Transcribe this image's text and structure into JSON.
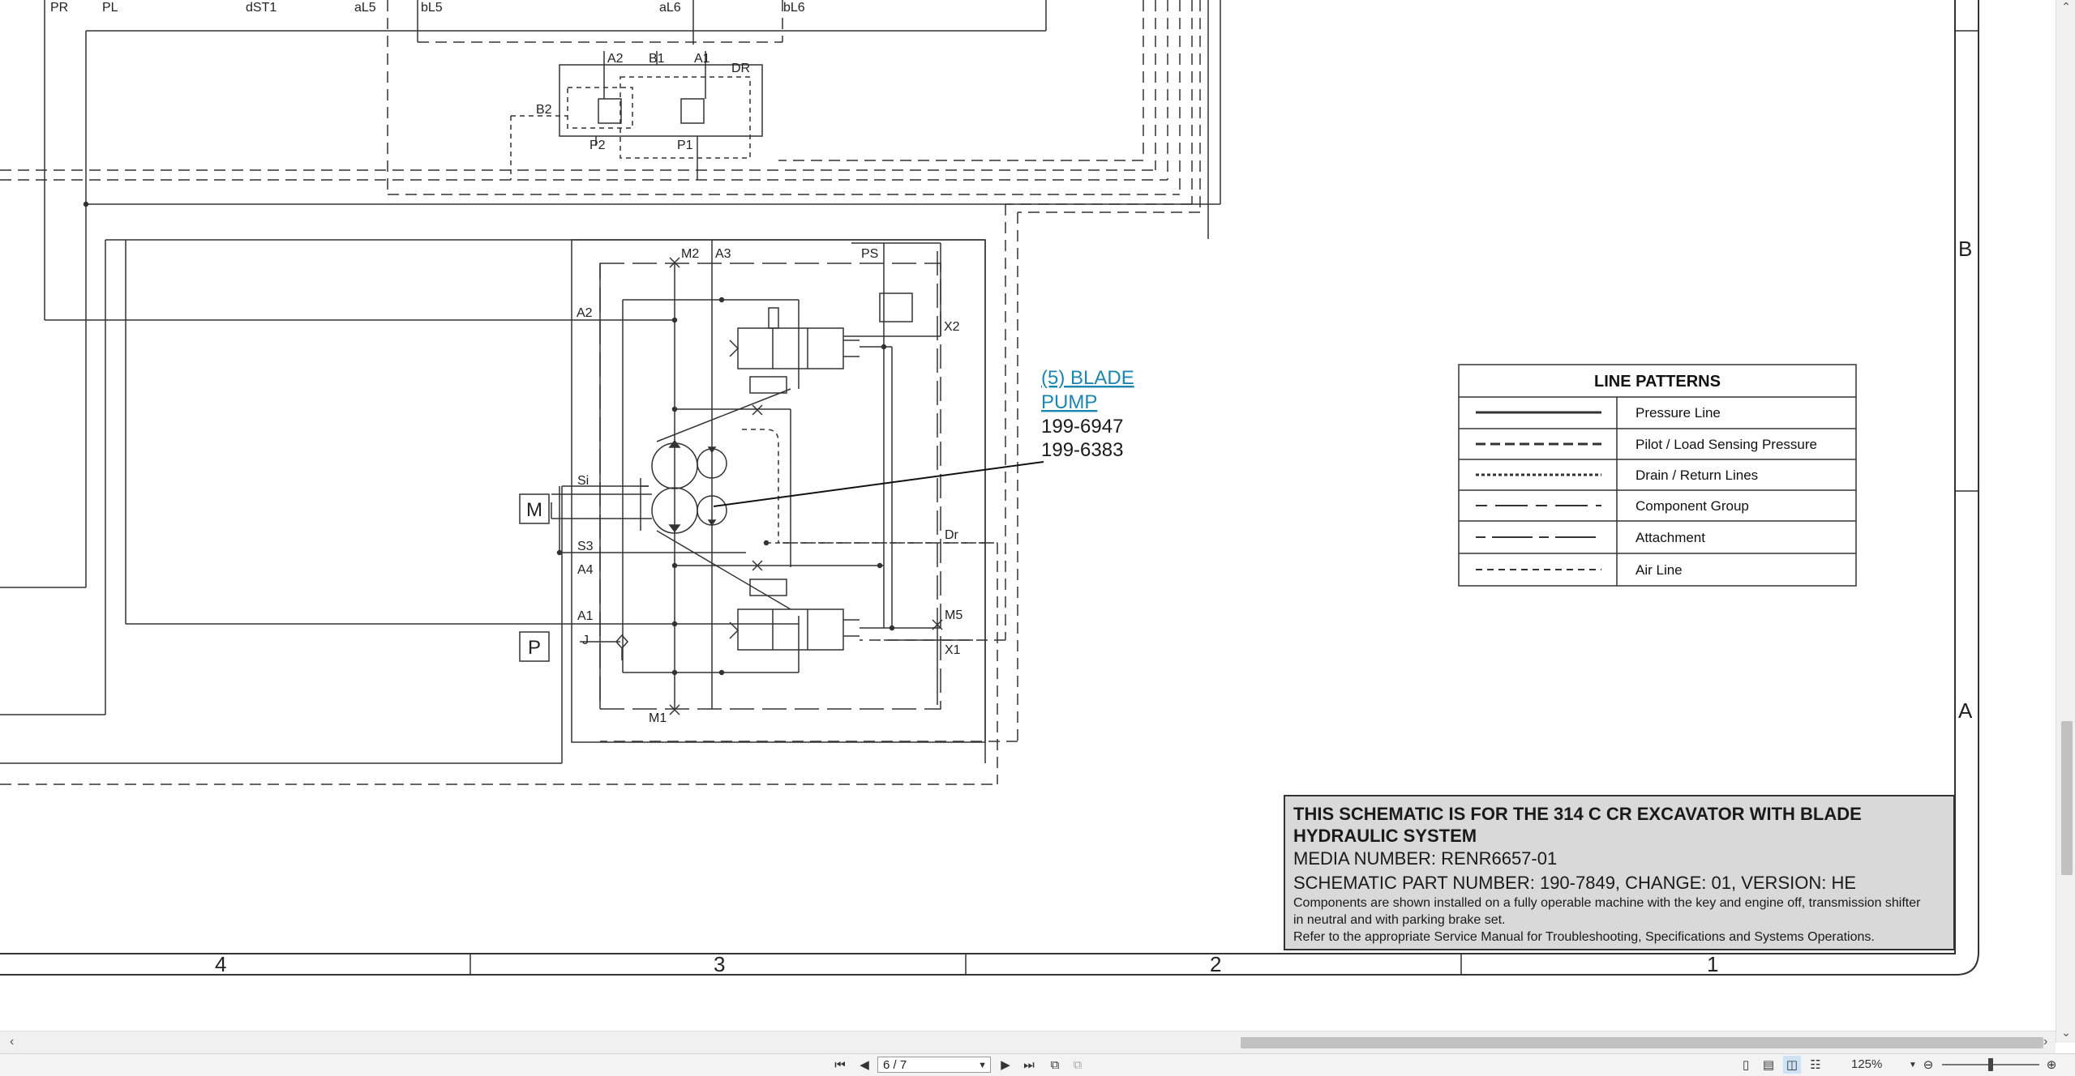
{
  "schematic": {
    "port_labels": {
      "pr": "PR",
      "pl": "PL",
      "dst1": "dST1",
      "al5": "aL5",
      "bl5": "bL5",
      "al6": "aL6",
      "bl6": "bL6",
      "a2_top": "A2",
      "b1": "B1",
      "a1_top": "A1",
      "dr_top": "DR",
      "b2": "B2",
      "p2": "P2",
      "p1": "P1",
      "m2": "M2",
      "a3": "A3",
      "ps": "PS",
      "a2": "A2",
      "x2": "X2",
      "si": "Si",
      "s3": "S3",
      "a4": "A4",
      "dr": "Dr",
      "a1": "A1",
      "m5": "M5",
      "j": "J",
      "x1": "X1",
      "m1": "M1"
    },
    "motor_symbol": "M",
    "pump_symbol": "P",
    "zone_letters": {
      "b": "B",
      "a": "A"
    },
    "zone_numbers": [
      "4",
      "3",
      "2",
      "1"
    ]
  },
  "callout": {
    "link_line1": "(5) BLADE",
    "link_line2": "PUMP",
    "part1": "199-6947",
    "part2": "199-6383",
    "link_color": "#1b86b0"
  },
  "legend": {
    "title": "LINE PATTERNS",
    "rows": [
      {
        "label": "Pressure Line",
        "pattern": "solid"
      },
      {
        "label": "Pilot / Load Sensing Pressure",
        "pattern": "dashed"
      },
      {
        "label": "Drain / Return Lines",
        "pattern": "dotted"
      },
      {
        "label": "Component Group",
        "pattern": "long-dash"
      },
      {
        "label": "Attachment",
        "pattern": "dash-long-dash"
      },
      {
        "label": "Air Line",
        "pattern": "fine-dash"
      }
    ]
  },
  "title_block": {
    "line1": "THIS SCHEMATIC IS FOR THE 314 C CR EXCAVATOR WITH BLADE",
    "line1b": "HYDRAULIC SYSTEM",
    "media": "MEDIA NUMBER: RENR6657-01",
    "part": "SCHEMATIC PART NUMBER: 190-7849, CHANGE: 01, VERSION: HE",
    "note1": "Components are shown installed on a fully operable machine with the key and engine off, transmission shifter",
    "note2": "in neutral and with parking brake set.",
    "note3": "Refer to the appropriate Service Manual for Troubleshooting, Specifications and Systems Operations.",
    "background": "#d9d9d9"
  },
  "toolbar": {
    "page_value": "6 / 7",
    "zoom_value": "125%",
    "first_icon": "first-page-icon",
    "prev_icon": "previous-page-icon",
    "next_icon": "next-page-icon",
    "last_icon": "last-page-icon"
  }
}
